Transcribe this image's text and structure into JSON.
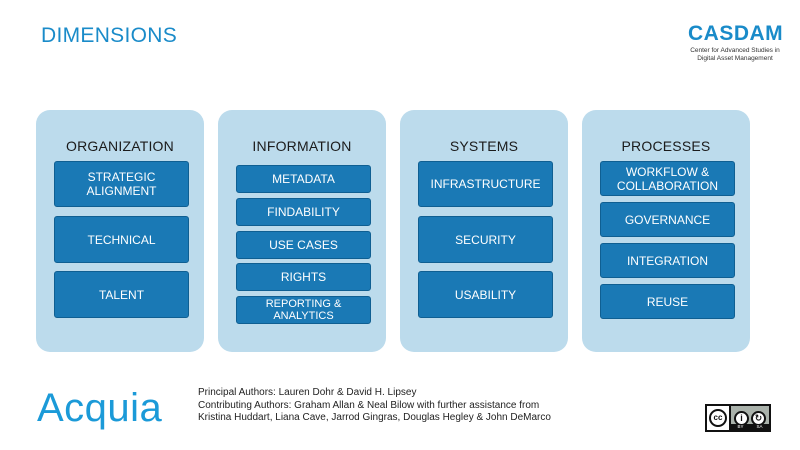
{
  "title": "DIMENSIONS",
  "brand": {
    "name": "CASDAM",
    "subtitle_line1": "Center for Advanced Studies in",
    "subtitle_line2": "Digital Asset Management"
  },
  "columns": [
    {
      "title": "ORGANIZATION",
      "items": [
        {
          "line1": "STRATEGIC",
          "line2": "ALIGNMENT"
        },
        {
          "line1": "TECHNICAL",
          "line2": ""
        },
        {
          "line1": "TALENT",
          "line2": ""
        }
      ]
    },
    {
      "title": "INFORMATION",
      "items": [
        {
          "line1": "METADATA",
          "line2": ""
        },
        {
          "line1": "FINDABILITY",
          "line2": ""
        },
        {
          "line1": "USE CASES",
          "line2": ""
        },
        {
          "line1": "RIGHTS",
          "line2": ""
        },
        {
          "line1": "REPORTING &",
          "line2": "ANALYTICS"
        }
      ]
    },
    {
      "title": "SYSTEMS",
      "items": [
        {
          "line1": "INFRASTRUCTURE",
          "line2": ""
        },
        {
          "line1": "SECURITY",
          "line2": ""
        },
        {
          "line1": "USABILITY",
          "line2": ""
        }
      ]
    },
    {
      "title": "PROCESSES",
      "items": [
        {
          "line1": "WORKFLOW &",
          "line2": "COLLABORATION"
        },
        {
          "line1": "GOVERNANCE",
          "line2": ""
        },
        {
          "line1": "INTEGRATION",
          "line2": ""
        },
        {
          "line1": "REUSE",
          "line2": ""
        }
      ]
    }
  ],
  "footer": {
    "logo_text": "Acquia",
    "credit_line1": "Principal Authors: Lauren Dohr & David H. Lipsey",
    "credit_line2": "Contributing Authors: Graham Allan & Neal Bilow with further assistance from",
    "credit_line3": "Kristina Huddart, Liana Cave, Jarrod Gingras, Douglas Hegley & John DeMarco",
    "license": {
      "main": "cc",
      "by": "BY",
      "sa": "SA"
    }
  },
  "colors": {
    "accent": "#1a8bc9",
    "tile": "#1a79b5",
    "panel": "#bcdbec"
  }
}
